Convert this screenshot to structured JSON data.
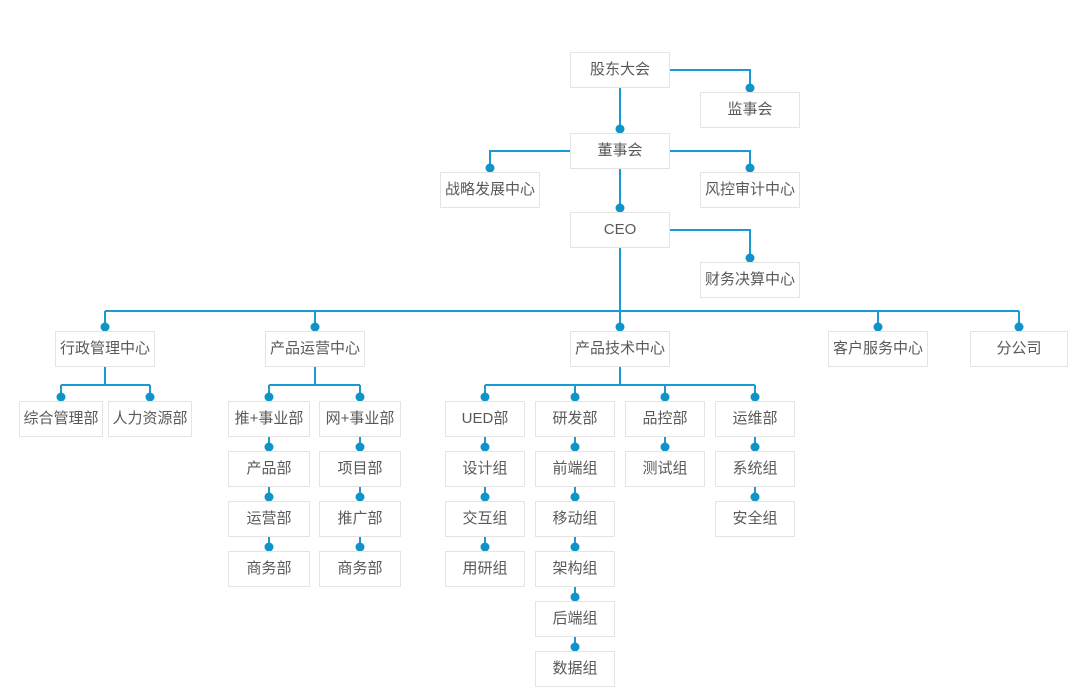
{
  "chart_title": "",
  "colors": {
    "connector_line": "#1a9ad2",
    "connector_dot": "#0f93c8",
    "node_border": "#e4e4e4",
    "node_background": "#ffffff",
    "node_text": "#595959",
    "page_background": "#ffffff"
  },
  "nodes": {
    "shareholders_meeting": "股东大会",
    "supervisory_board": "监事会",
    "board_of_directors": "董事会",
    "strategy_development_center": "战略发展中心",
    "risk_audit_center": "风控审计中心",
    "ceo": "CEO",
    "financial_settlement_center": "财务决算中心",
    "admin_management_center": "行政管理中心",
    "product_operations_center": "产品运营中心",
    "product_technology_center": "产品技术中心",
    "customer_service_center": "客户服务中心",
    "branch_company": "分公司",
    "general_management_dept": "综合管理部",
    "human_resources_dept": "人力资源部",
    "tui_plus_division": "推+事业部",
    "wang_plus_division": "网+事业部",
    "product_dept": "产品部",
    "project_dept": "项目部",
    "operations_dept": "运营部",
    "promotion_dept": "推广部",
    "business_dept_left": "商务部",
    "business_dept_right": "商务部",
    "ued_dept": "UED部",
    "rd_dept": "研发部",
    "quality_control_dept": "品控部",
    "ops_maintenance_dept": "运维部",
    "design_group": "设计组",
    "frontend_group": "前端组",
    "testing_group": "测试组",
    "system_group": "系统组",
    "interaction_group": "交互组",
    "mobile_group": "移动组",
    "security_group": "安全组",
    "user_research_group": "用研组",
    "architecture_group": "架构组",
    "backend_group": "后端组",
    "data_group": "数据组"
  }
}
